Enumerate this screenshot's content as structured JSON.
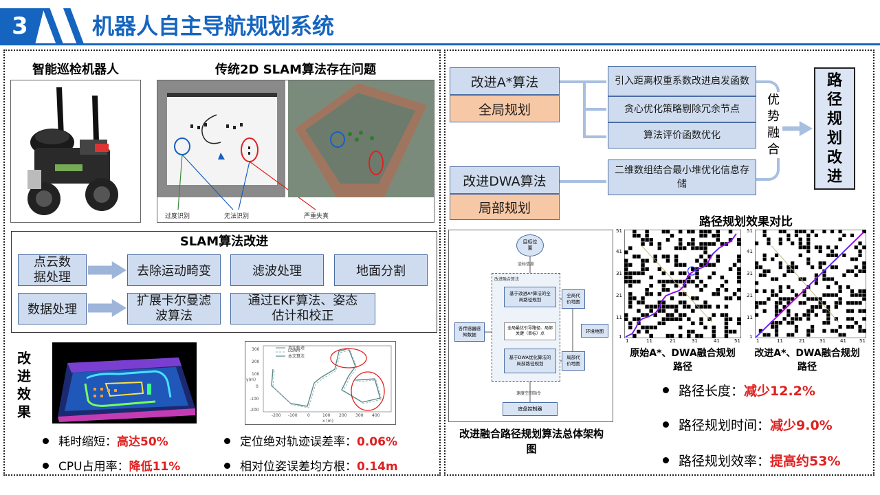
{
  "header": {
    "number": "3",
    "title": "机器人自主导航规划系统"
  },
  "left": {
    "robot_title": "智能巡检机器人",
    "slam_problem_title": "传统2D SLAM算法存在问题",
    "slam_labels": [
      "过度识别",
      "无法识别",
      "严重失真"
    ],
    "slam_improve_title": "SLAM算法改进",
    "flow_row1": [
      "点云数据处理",
      "去除运动畸变",
      "滤波处理",
      "地面分割"
    ],
    "flow_row2": [
      "数据处理",
      "扩展卡尔曼滤波算法",
      "通过EKF算法、姿态估计和校正"
    ],
    "effect_label": [
      "改",
      "进",
      "效",
      "果"
    ],
    "traj_legend": [
      "真实轨迹",
      "LOAM",
      "本文算法"
    ],
    "traj_yticks": [
      "300",
      "200",
      "100",
      "0",
      "-100",
      "-200"
    ],
    "traj_xticks": [
      "-200",
      "-100",
      "0",
      "100",
      "200",
      "300",
      "400"
    ],
    "traj_xlabel": "x (m)",
    "traj_ylabel": "y(m)",
    "bullets_left": [
      {
        "label": "耗时缩短：",
        "value": "高达50%"
      },
      {
        "label": "CPU占用率：",
        "value": "降低11%"
      }
    ],
    "bullets_right": [
      {
        "label": "定位绝对轨迹误差率：",
        "value": "0.06%"
      },
      {
        "label": "相对位姿误差均方根：",
        "value": "0.14m"
      }
    ]
  },
  "right": {
    "astar_label": "改进A*算法",
    "global_label": "全局规划",
    "dwa_label": "改进DWA算法",
    "local_label": "局部规划",
    "astar_rules": [
      "引入距离权重系数改进启发函数",
      "贪心优化策略剔除冗余节点",
      "算法评价函数优化"
    ],
    "dwa_rules": [
      "二维数组结合最小堆优化信息存储"
    ],
    "fusion_label": [
      "优",
      "势",
      "融",
      "合"
    ],
    "result_label": [
      "路",
      "径",
      "规",
      "划",
      "改",
      "进"
    ],
    "arch": {
      "target": "目标位置",
      "target_info": "坐标信息",
      "fusion_title": "改进融合算法",
      "global_algo": "基于改进A*算法的全局路径规划",
      "global_map": "全局代价地图",
      "env_map": "环境地图",
      "sensors": "各传感器感知数据",
      "optimal": "全局最优引导路径、局部关键（目标）点",
      "dwa_algo": "基于DWA优化算法的局部路径规划",
      "local_map": "局部代价地图",
      "speed_cmd": "速度空间指令",
      "controller": "底盘控制器",
      "caption": "改进融合路径规划算法总体架构图"
    },
    "compare_title": "路径规划效果对比",
    "grid_yticks": [
      "51",
      "41",
      "31",
      "21",
      "11",
      "1"
    ],
    "grid_xticks": [
      "1",
      "11",
      "21",
      "31",
      "41",
      "51"
    ],
    "grid_captions": [
      "原始A*、DWA融合规划路径",
      "改进A*、DWA融合规划路径"
    ],
    "results": [
      {
        "label": "路径长度：",
        "value": "减少12.2%"
      },
      {
        "label": "路径规划时间：",
        "value": "减少9.0%"
      },
      {
        "label": "路径规划效率：",
        "value": "提高约53%"
      }
    ]
  },
  "colors": {
    "header_blue": "#1565c0",
    "box_blue": "#cfdcef",
    "box_orange": "#f7c8a6",
    "highlight_red": "#e02020",
    "arrow_blue": "#9db5d9"
  }
}
